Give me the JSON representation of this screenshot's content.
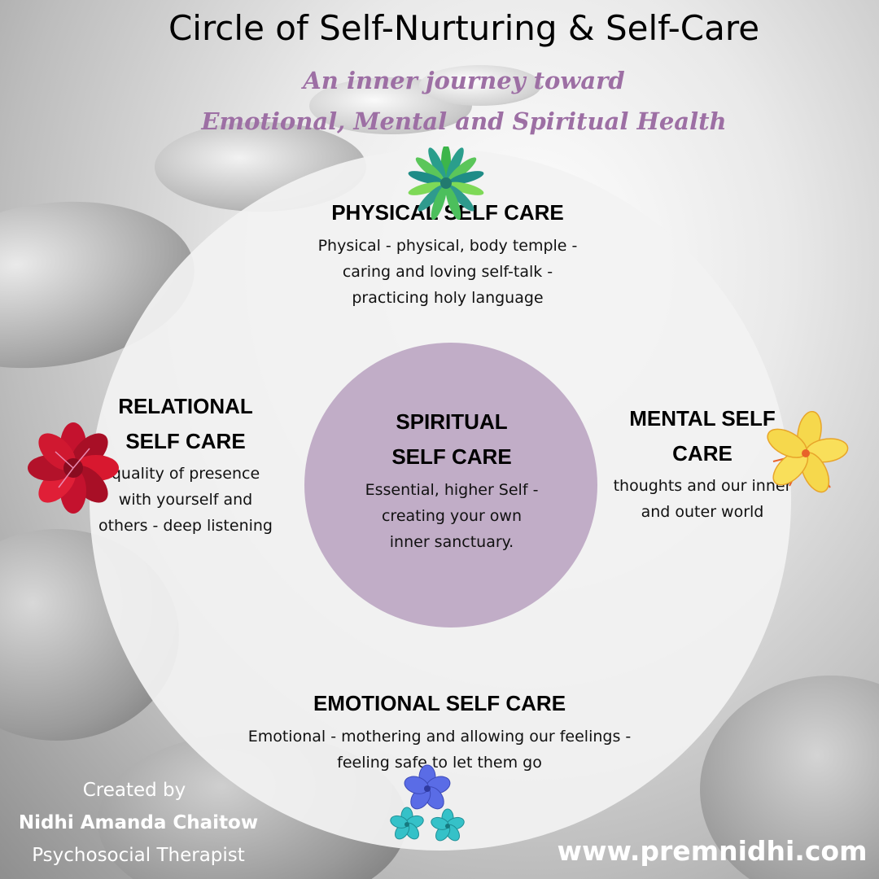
{
  "title": "Circle of Self-Nurturing & Self-Care",
  "subtitle": {
    "line1": "An inner journey toward",
    "line2": "Emotional, Mental and Spiritual Health"
  },
  "sections": {
    "physical": {
      "heading": "PHYSICAL SELF CARE",
      "lines": [
        "Physical - physical, body temple -",
        "caring and loving self-talk -",
        "practicing holy language"
      ]
    },
    "spiritual": {
      "heading_lines": [
        "SPIRITUAL",
        "SELF CARE"
      ],
      "lines": [
        "Essential, higher Self -",
        "creating your own",
        "inner sanctuary."
      ]
    },
    "relational": {
      "heading_lines": [
        "RELATIONAL",
        "SELF CARE"
      ],
      "lines": [
        "quality of presence",
        "with yourself and",
        "others - deep listening"
      ]
    },
    "mental": {
      "heading_lines": [
        "MENTAL SELF",
        "CARE"
      ],
      "lines": [
        "thoughts and our inner",
        "and outer world"
      ]
    },
    "emotional": {
      "heading": "EMOTIONAL SELF CARE",
      "lines": [
        "Emotional - mothering and allowing our feelings -",
        "feeling safe to let them go"
      ]
    }
  },
  "credit": {
    "line1": "Created by",
    "name": "Nidhi Amanda Chaitow",
    "role": "Psychosocial Therapist"
  },
  "website": "www.premnidhi.com",
  "colors": {
    "subtitle": "#9d6fa4",
    "inner_circle": "#c1adc7",
    "outer_circle": "#f2f2f2"
  },
  "icons": {
    "top": "green-leaf-flower-icon",
    "left": "red-flower-icon",
    "right": "yellow-flower-icon",
    "bottom": "blue-flowers-icon"
  }
}
